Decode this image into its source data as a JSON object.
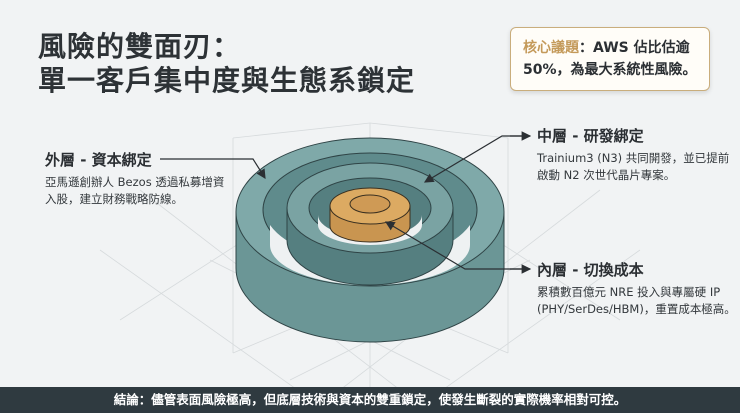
{
  "title": {
    "line1": "風險的雙面刃：",
    "line2": "單一客戶集中度與生態系鎖定"
  },
  "callout": {
    "highlight": "核心議題",
    "separator": "：",
    "text_line1": "AWS 佔比估逾",
    "text_line2": "50%，為最大系統性風險。"
  },
  "layers": {
    "outer": {
      "heading": "外層 - 資本綁定",
      "body": "亞馬遜創辦人 Bezos 透過私募增資入股，建立財務戰略防線。"
    },
    "middle": {
      "heading": "中層 - 研發綁定",
      "body": "Trainium3 (N3) 共同開發，並已提前啟動 N2 次世代晶片專案。"
    },
    "inner": {
      "heading": "內層 - 切換成本",
      "body": "累積數百億元 NRE 投入與專屬硬 IP (PHY/SerDes/HBM)，重置成本極高。"
    }
  },
  "footer": {
    "text": "結論：儘管表面風險極高，但底層技術與資本的雙重鎖定，使發生斷裂的實際機率相對可控。"
  },
  "colors": {
    "teal_light": "#7fa9a9",
    "teal_mid": "#6b9696",
    "teal_dark": "#557f80",
    "gold": "#dcaa62",
    "gold_dark": "#c99550",
    "accent": "#c49a5a",
    "footer_bg": "#2f3a40"
  }
}
